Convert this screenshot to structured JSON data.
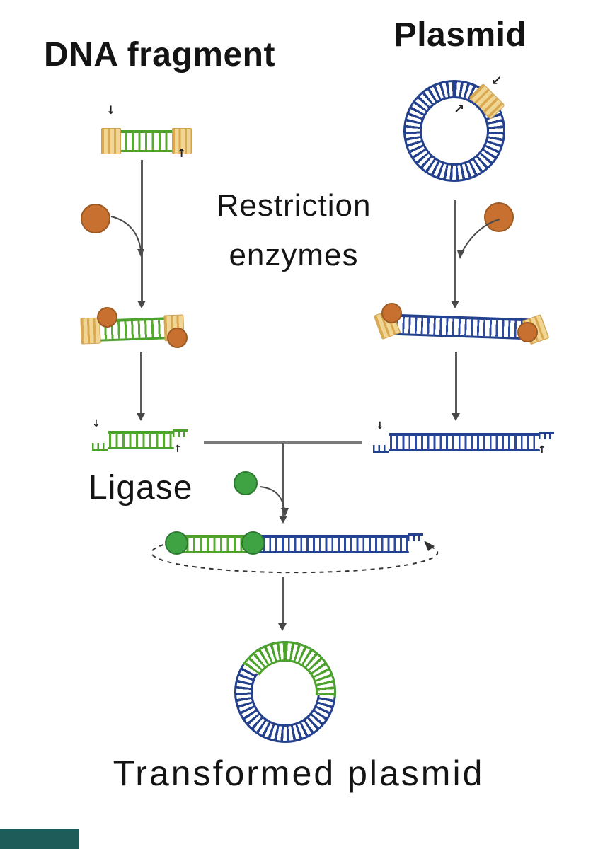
{
  "diagram": {
    "title_left": "DNA fragment",
    "title_right": "Plasmid",
    "step1_line1": "Restriction",
    "step1_line2": "enzymes",
    "step2_label": "Ligase",
    "result_label": "Transformed plasmid"
  },
  "glyphs": {
    "cut_down": "↓",
    "cut_up": "↑",
    "cut_sw": "↙",
    "cut_ne": "↗"
  },
  "colors": {
    "fragment_green": "#4da22b",
    "plasmid_blue": "#24418e",
    "sticky_end_yellow": "#ecc878",
    "restriction_enzyme_orange": "#c8702f",
    "ligase_green": "#3fa344",
    "arrow_gray": "#555555",
    "text": "#1c1c1c",
    "watermark_teal": "#1e5c5a"
  }
}
